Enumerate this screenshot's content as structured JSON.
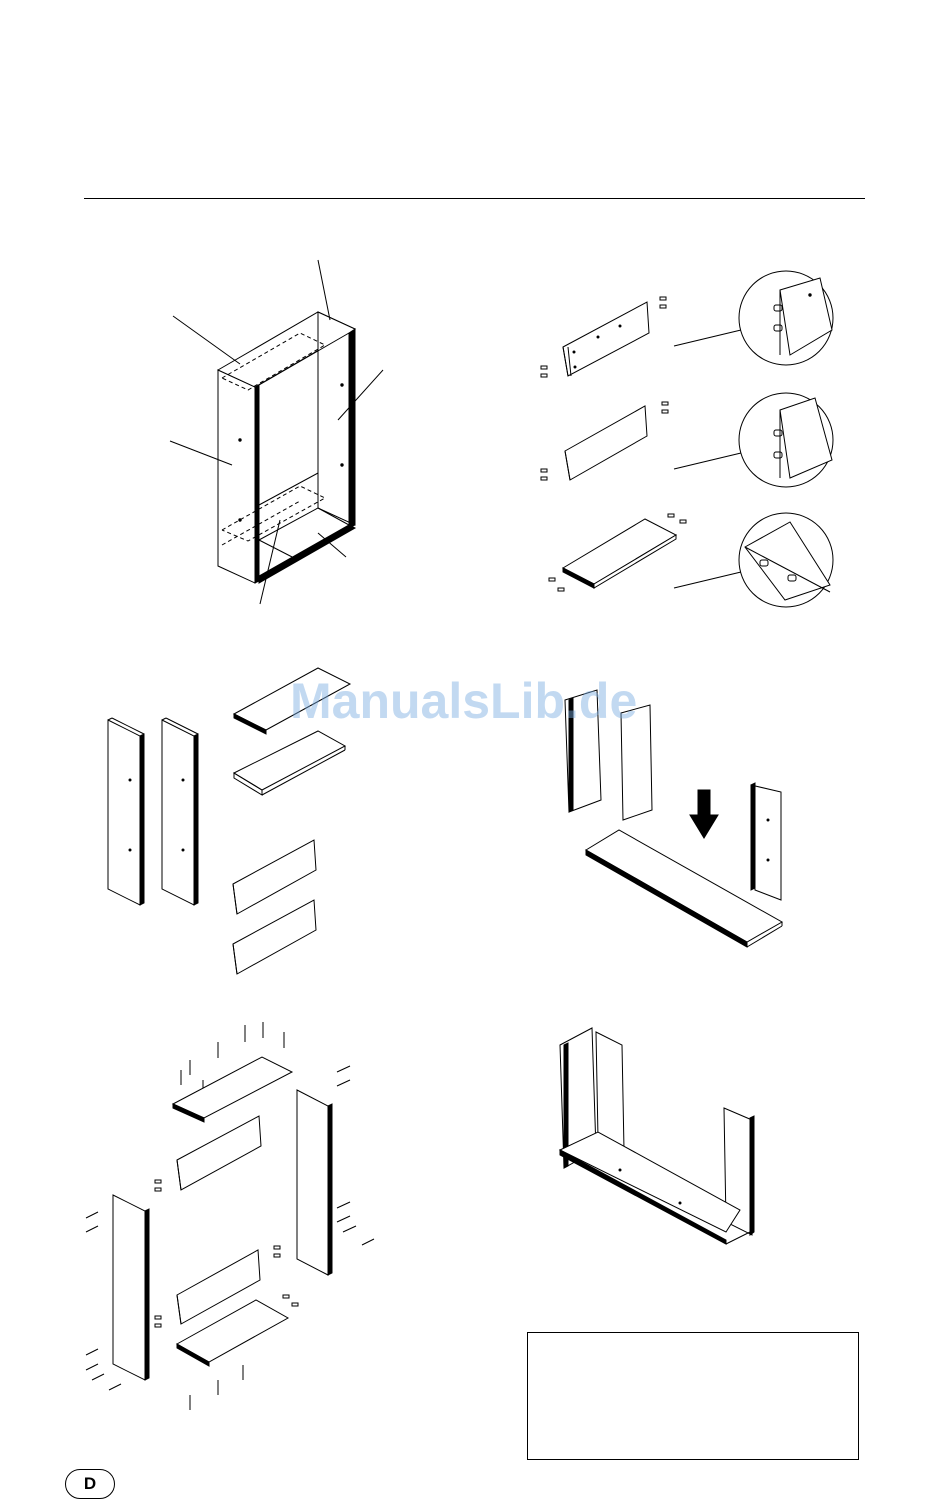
{
  "page": {
    "watermark": "ManualsLib.de",
    "language_badge": "D"
  },
  "colors": {
    "line": "#000000",
    "watermark": "#78aae1",
    "background": "#ffffff"
  },
  "figures": [
    {
      "id": "assembled-cabinet",
      "label": ""
    },
    {
      "id": "dowel-insertion-details",
      "label": ""
    },
    {
      "id": "parts-overview",
      "label": ""
    },
    {
      "id": "base-with-sides",
      "label": ""
    },
    {
      "id": "exploded-assembly",
      "label": ""
    },
    {
      "id": "frame-assembled",
      "label": ""
    }
  ],
  "icons": [
    "down-arrow-icon",
    "detail-zoom-circle-icon"
  ]
}
